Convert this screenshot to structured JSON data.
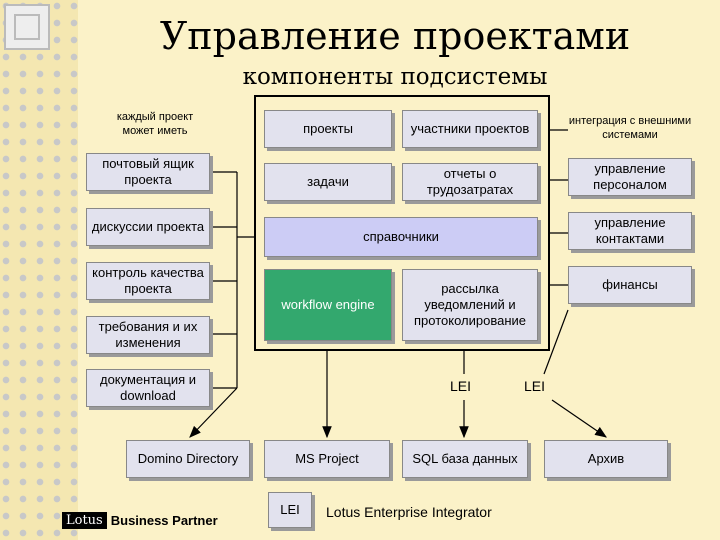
{
  "title": "Управление проектами",
  "subtitle": "компоненты подсистемы",
  "left_caption": "каждый проект может иметь",
  "right_caption": "интеграция с внешними системами",
  "left_items": [
    "почтовый ящик проекта",
    "дискуссии проекта",
    "контроль качества проекта",
    "требования и их изменения",
    "документация и download"
  ],
  "center": {
    "projects": "проекты",
    "participants": "участники проектов",
    "tasks": "задачи",
    "time_reports": "отчеты о трудозатратах",
    "directories": "справочники",
    "workflow": "workflow engine",
    "mailing": "рассылка уведомлений и протоколирование"
  },
  "right_items": [
    "управление персоналом",
    "управление контактами",
    "финансы"
  ],
  "lei_labels": [
    "LEI",
    "LEI"
  ],
  "bottom_items": [
    "Domino Directory",
    "MS Project",
    "SQL база данных",
    "Архив"
  ],
  "legend": {
    "key": "LEI",
    "text": "Lotus Enterprise Integrator"
  },
  "branding": {
    "lotus": "Lotus",
    "partner": "Business Partner"
  }
}
